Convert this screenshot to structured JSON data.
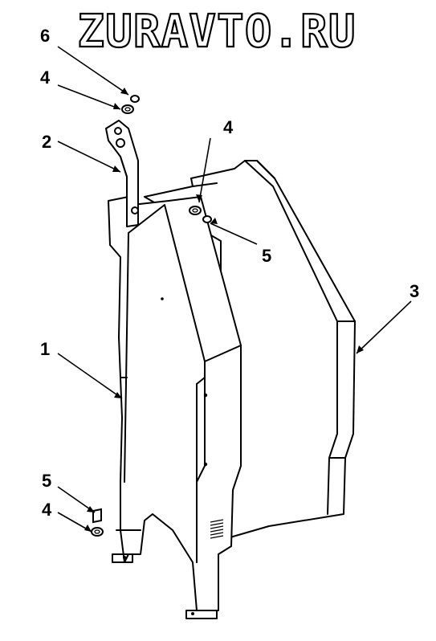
{
  "watermark": "ZURAVTO.RU",
  "callouts": [
    {
      "id": "c6a",
      "label": "6"
    },
    {
      "id": "c4a",
      "label": "4"
    },
    {
      "id": "c2",
      "label": "2"
    },
    {
      "id": "c4b",
      "label": "4"
    },
    {
      "id": "c5a",
      "label": "5"
    },
    {
      "id": "c3",
      "label": "3"
    },
    {
      "id": "c1",
      "label": "1"
    },
    {
      "id": "c5b",
      "label": "5"
    },
    {
      "id": "c4c",
      "label": "4"
    }
  ],
  "colors": {
    "line": "#000000",
    "background": "#ffffff"
  }
}
